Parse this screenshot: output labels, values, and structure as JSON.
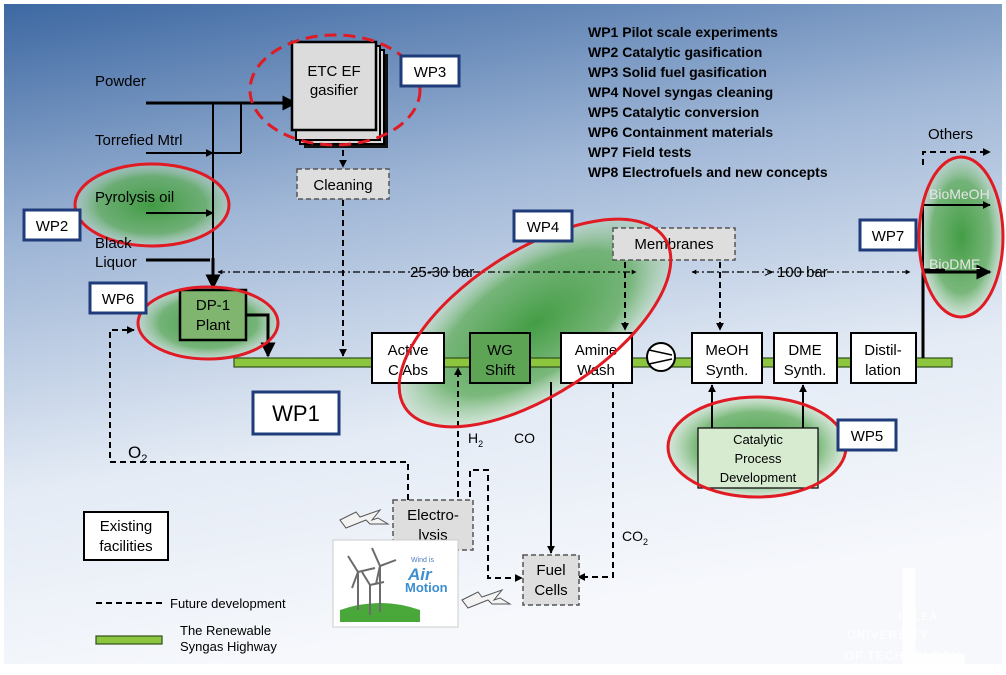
{
  "inputs": {
    "powder": "Powder",
    "torrefied": "Torrefied Mtrl",
    "pyrolysis": "Pyrolysis oil",
    "black_liquor_1": "Black",
    "black_liquor_2": "Liquor"
  },
  "blocks": {
    "gasifier_1": "ETC EF",
    "gasifier_2": "gasifier",
    "cleaning": "Cleaning",
    "dp1_1": "DP-1",
    "dp1_2": "Plant",
    "membranes": "Membranes",
    "active_1": "Active",
    "active_2": "C Abs",
    "wg_1": "WG",
    "wg_2": "Shift",
    "amine_1": "Amine",
    "amine_2": "Wash",
    "meoh_1": "MeOH",
    "meoh_2": "Synth.",
    "dme_1": "DME",
    "dme_2": "Synth.",
    "distil_1": "Distil-",
    "distil_2": "lation",
    "catalytic_1": "Catalytic",
    "catalytic_2": "Process",
    "catalytic_3": "Development",
    "electrolysis_1": "Electro-",
    "electrolysis_2": "lysis",
    "fuelcells_1": "Fuel",
    "fuelcells_2": "Cells"
  },
  "tags": {
    "wp1": "WP1",
    "wp2": "WP2",
    "wp3": "WP3",
    "wp4": "WP4",
    "wp5": "WP5",
    "wp6": "WP6",
    "wp7": "WP7"
  },
  "workpackages": [
    "WP1 Pilot scale experiments",
    "WP2 Catalytic gasification",
    "WP3 Solid fuel gasification",
    "WP4 Novel syngas cleaning",
    "WP5 Catalytic conversion",
    "WP6 Containment materials",
    "WP7 Field tests",
    "WP8 Electrofuels and new concepts"
  ],
  "labels": {
    "pressure_low": "25-30 bar",
    "pressure_high": "> 100 bar",
    "o2": "O",
    "o2_sub": "2",
    "h2": "H",
    "h2_sub": "2",
    "co": "CO",
    "co2": "CO",
    "co2_sub": "2",
    "others": "Others",
    "biomeoh": "BioMeOH",
    "biodme": "BioDME",
    "wind_logo_small": "Wind is",
    "wind_logo_1": "Air",
    "wind_logo_2": "Motion"
  },
  "legend": {
    "existing_1": "Existing",
    "existing_2": "facilities",
    "future": "Future development",
    "highway_1": "The Renewable",
    "highway_2": "Syngas Highway"
  },
  "university": {
    "line1": "LULEÅ",
    "line2": "UNIVERSITY",
    "line3": "OF TECHNOLOGY",
    "monogram": "L"
  },
  "colors": {
    "background_top": "#3f6aa3",
    "background_bottom": "#e9eff7",
    "highway": "#8cc63f",
    "highlight": "#e01b24",
    "tag_border": "#1f3b7a",
    "highlight_fill": "#3e9a3e"
  }
}
